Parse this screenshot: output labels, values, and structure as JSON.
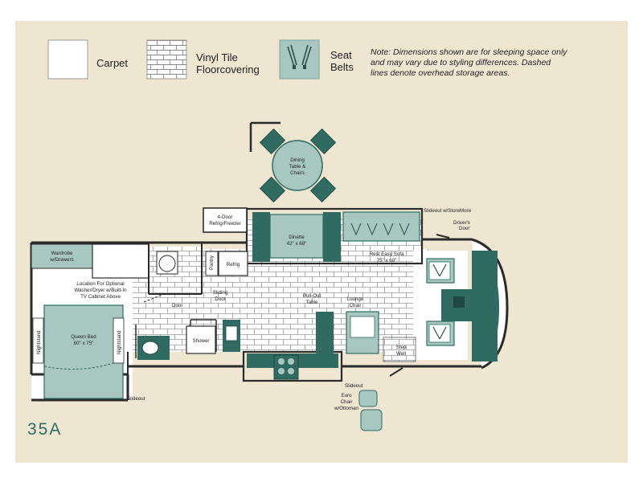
{
  "legend": {
    "carpet": "Carpet",
    "vinyl_line1": "Vinyl Tile",
    "vinyl_line2": "Floorcovering",
    "seat_line1": "Seat",
    "seat_line2": "Belts",
    "note_line1": "Note: Dimensions shown are for sleeping space only",
    "note_line2": "and may vary due to styling differences. Dashed",
    "note_line3": "lines denote overhead storage areas."
  },
  "labels": {
    "dining_1": "Dining",
    "dining_2": "Table &",
    "dining_3": "Chairs",
    "fridge_1": "4-Door",
    "fridge_2": "Refrig/Freezer",
    "dinette_1": "Dinette",
    "dinette_2": "42\" x 68\"",
    "slideout_storemore": "Slideout w/StoreMore",
    "drivers_door_1": "Driver's",
    "drivers_door_2": "Door",
    "sofa_1": "Rest Easy Sofa",
    "sofa_2": "75\" x 60\"",
    "wardrobe_1": "Wardrobe",
    "wardrobe_2": "w/Drawers",
    "pantry": "Pantry",
    "refrig": "Refrig",
    "location_1": "Location For Optional",
    "location_2": "Washer/Dryer w/Built-In",
    "location_3": "TV Cabinet Above",
    "sliding_1": "Sliding",
    "sliding_2": "Door",
    "door": "Door",
    "pullout_1": "Pull-Out",
    "pullout_2": "Table",
    "lounge_1": "Lounge",
    "lounge_2": "Chair",
    "queen_1": "Queen Bed",
    "queen_2": "60\" x 75\"",
    "nightstand": "Nightstand",
    "shower": "Shower",
    "step_1": "Step",
    "step_2": "Well",
    "slideout": "Slideout",
    "euro_1": "Euro",
    "euro_2": "Chair",
    "euro_3": "w/Ottoman"
  },
  "model": "35A",
  "colors": {
    "background": "#efe6d2",
    "teal": "#2f6b61",
    "teal_light": "#a8c7c0",
    "wall": "#2b2b2b"
  }
}
